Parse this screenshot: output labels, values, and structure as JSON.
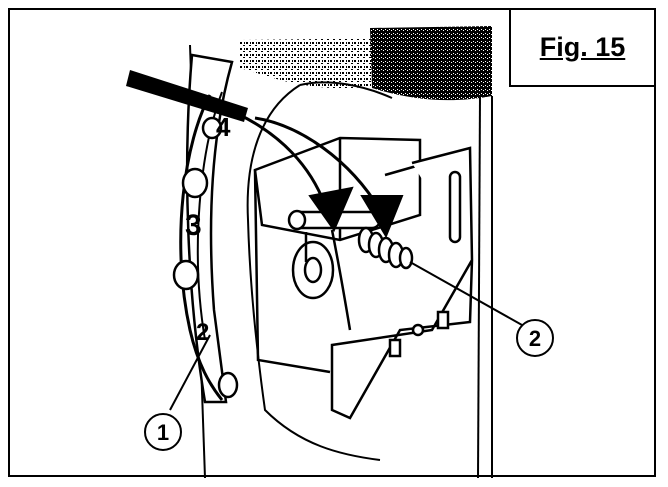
{
  "figure": {
    "label": "Fig. 15",
    "callouts": [
      {
        "number": "1"
      },
      {
        "number": "2"
      }
    ]
  },
  "dial": {
    "visible_digits": [
      "4",
      "3",
      "2"
    ]
  },
  "colors": {
    "ink": "#000000",
    "paper": "#ffffff"
  }
}
